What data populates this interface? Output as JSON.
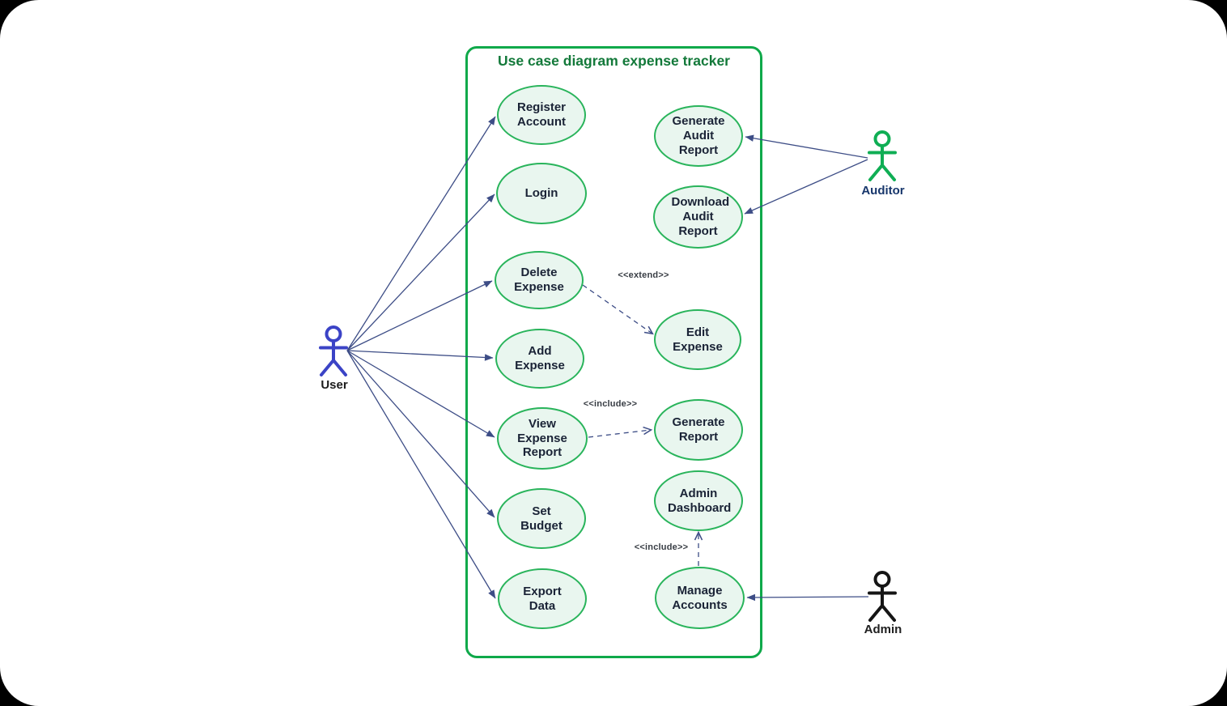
{
  "title": "Use case diagram expense tracker",
  "actors": {
    "user": {
      "label": "User"
    },
    "auditor": {
      "label": "Auditor"
    },
    "admin": {
      "label": "Admin"
    }
  },
  "use_cases": {
    "register_account": {
      "label": "Register Account"
    },
    "login": {
      "label": "Login"
    },
    "delete_expense": {
      "label": "Delete Expense"
    },
    "add_expense": {
      "label": "Add Expense"
    },
    "view_expense_report": {
      "label": "View Expense Report"
    },
    "set_budget": {
      "label": "Set Budget"
    },
    "export_data": {
      "label": "Export Data"
    },
    "generate_audit_report": {
      "label": "Generate Audit Report"
    },
    "download_audit_report": {
      "label": "Download Audit Report"
    },
    "edit_expense": {
      "label": "Edit Expense"
    },
    "generate_report": {
      "label": "Generate Report"
    },
    "admin_dashboard": {
      "label": "Admin Dashboard"
    },
    "manage_accounts": {
      "label": "Manage Accounts"
    }
  },
  "relationships": {
    "delete_extends_edit": {
      "label": "<<extend>>"
    },
    "view_includes_generate": {
      "label": "<<include>>"
    },
    "manage_includes_dashboard": {
      "label": "<<include>>"
    }
  },
  "colors": {
    "boundary_green": "#0fa94a",
    "ellipse_border_green": "#29b45b",
    "ellipse_fill_mint": "#e9f6ef",
    "title_green": "#13793a",
    "connector_navy": "#3d4d86",
    "actor_user_blue": "#3b43c6",
    "actor_auditor_green": "#0fae54",
    "actor_admin_black": "#151515",
    "auditor_label_navy": "#17366b"
  }
}
